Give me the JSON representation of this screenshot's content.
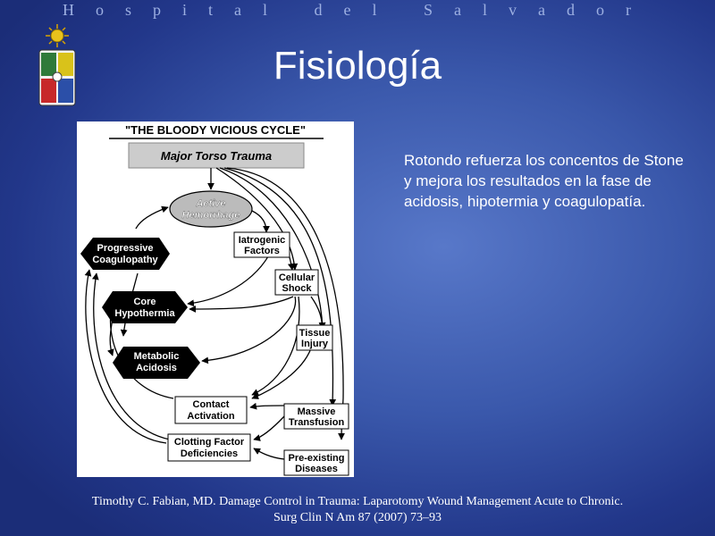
{
  "header": {
    "institution": "Hospital del Salvador"
  },
  "slide": {
    "title": "Fisiología"
  },
  "diagram": {
    "title": "\"THE BLOODY VICIOUS CYCLE\"",
    "trigger": "Major Torso Trauma",
    "nodes": {
      "hemorrhage": [
        "Active",
        "Hemorrhage"
      ],
      "iatrogenic": [
        "Iatrogenic",
        "Factors"
      ],
      "cellular_shock": [
        "Cellular",
        "Shock"
      ],
      "tissue_injury": [
        "Tissue",
        "Injury"
      ],
      "massive_transfusion": [
        "Massive",
        "Transfusion"
      ],
      "preexisting": [
        "Pre-existing",
        "Diseases"
      ],
      "contact_activation": [
        "Contact",
        "Activation"
      ],
      "clotting_factor": [
        "Clotting Factor",
        "Deficiencies"
      ],
      "coagulopathy": [
        "Progressive",
        "Coagulopathy"
      ],
      "hypothermia": [
        "Core",
        "Hypothermia"
      ],
      "acidosis": [
        "Metabolic",
        "Acidosis"
      ]
    }
  },
  "body": {
    "text": "Rotondo refuerza los concentos de Stone y mejora los resultados en la fase de acidosis, hipotermia y coagulopatía."
  },
  "citation": {
    "line1": "Timothy C. Fabian, MD. Damage Control in Trauma: Laparotomy Wound Management Acute to Chronic.",
    "line2": "Surg Clin N Am 87 (2007) 73–93"
  }
}
